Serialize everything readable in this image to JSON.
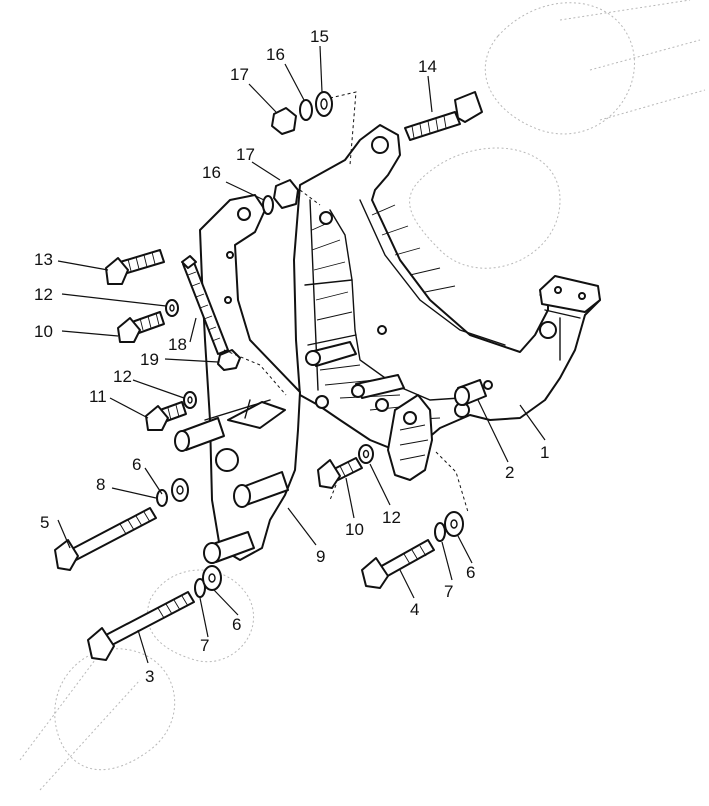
{
  "diagram": {
    "callouts": [
      {
        "id": "c1",
        "text": "1",
        "part": "main-bracket"
      },
      {
        "id": "c2",
        "text": "2",
        "part": "spacer-tube"
      },
      {
        "id": "c3",
        "text": "3",
        "part": "long-bolt-lower"
      },
      {
        "id": "c4",
        "text": "4",
        "part": "bolt-lower-right"
      },
      {
        "id": "c5",
        "text": "5",
        "part": "long-bolt-left"
      },
      {
        "id": "c6a",
        "text": "6",
        "part": "washer-left"
      },
      {
        "id": "c6b",
        "text": "6",
        "part": "washer-lower"
      },
      {
        "id": "c6c",
        "text": "6",
        "part": "washer-right"
      },
      {
        "id": "c7a",
        "text": "7",
        "part": "spring-washer-lower"
      },
      {
        "id": "c7b",
        "text": "7",
        "part": "spring-washer-right"
      },
      {
        "id": "c8",
        "text": "8",
        "part": "spring-washer-left"
      },
      {
        "id": "c9",
        "text": "9",
        "part": "front-plate"
      },
      {
        "id": "c10a",
        "text": "10",
        "part": "bolt-left-mid"
      },
      {
        "id": "c10b",
        "text": "10",
        "part": "bolt-center"
      },
      {
        "id": "c11",
        "text": "11",
        "part": "bolt-left-lower"
      },
      {
        "id": "c12a",
        "text": "12",
        "part": "washer-left-upper"
      },
      {
        "id": "c12b",
        "text": "12",
        "part": "washer-left-mid"
      },
      {
        "id": "c12c",
        "text": "12",
        "part": "washer-center"
      },
      {
        "id": "c13",
        "text": "13",
        "part": "bolt-top-left"
      },
      {
        "id": "c14",
        "text": "14",
        "part": "bolt-top-right"
      },
      {
        "id": "c15",
        "text": "15",
        "part": "washer-top"
      },
      {
        "id": "c16a",
        "text": "16",
        "part": "spring-washer-top"
      },
      {
        "id": "c16b",
        "text": "16",
        "part": "spring-washer-plate"
      },
      {
        "id": "c17a",
        "text": "17",
        "part": "nut-top"
      },
      {
        "id": "c17b",
        "text": "17",
        "part": "nut-plate"
      },
      {
        "id": "c18",
        "text": "18",
        "part": "adjuster-stud"
      },
      {
        "id": "c19",
        "text": "19",
        "part": "adjuster-nut"
      }
    ]
  }
}
